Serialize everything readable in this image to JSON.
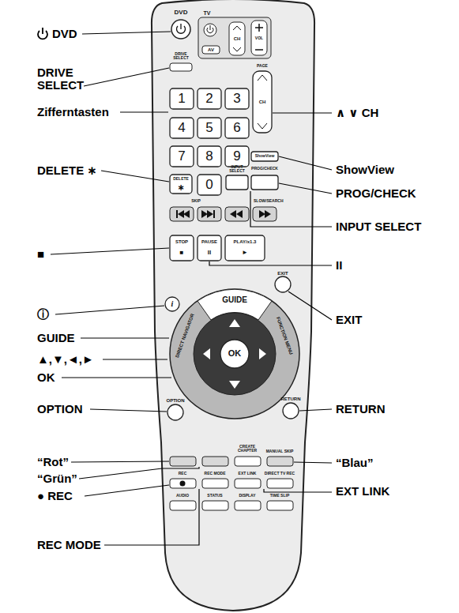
{
  "diagram": {
    "labels": [
      "DVD",
      "DRIVE SELECT",
      "Zifferntasten",
      "DELETE ∗",
      "■",
      "ⓘ",
      "GUIDE",
      "▲,▼,◄,►",
      "OK",
      "OPTION",
      "“Rot”",
      "“Grün”",
      "● REC",
      "REC MODE",
      "∧ ∨ CH",
      "ShowView",
      "PROG/CHECK",
      "INPUT SELECT",
      "II",
      "EXIT",
      "RETURN",
      "“Blau”",
      "EXT LINK",
      "DVD",
      "TV",
      "DRIVE SELECT",
      "AV",
      "CH",
      "VOL",
      "1",
      "2",
      "3",
      "4",
      "5",
      "6",
      "7",
      "8",
      "9",
      "0",
      "PAGE",
      "CH",
      "ShowView",
      "DELETE",
      "∗",
      "INPUT SELECT",
      "PROG/CHECK",
      "SKIP",
      "SLOW/SEARCH",
      "STOP",
      "■",
      "PAUSE",
      "II",
      "PLAY/x1.3",
      "►",
      "EXIT",
      "i",
      "GUIDE",
      "DIRECT NAVIGATOR",
      "FUNCTION MENU",
      "OK",
      "OPTION",
      "RETURN",
      "CREATE CHAPTER",
      "MANUAL SKIP",
      "REC",
      "REC MODE",
      "EXT LINK",
      "DIRECT TV REC",
      "AUDIO",
      "STATUS",
      "DISPLAY",
      "TIME SLIP"
    ]
  }
}
